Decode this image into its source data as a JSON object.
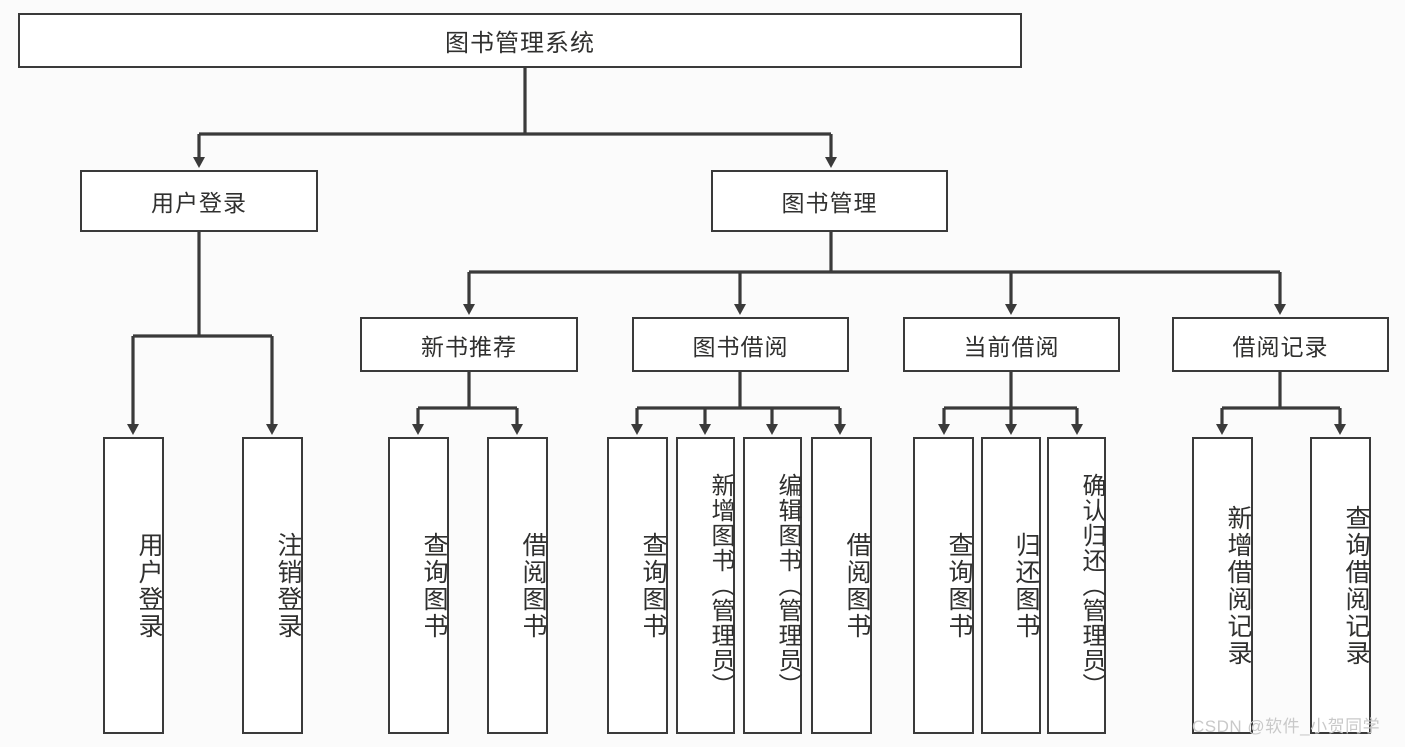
{
  "diagram": {
    "type": "tree-hierarchy",
    "title": "图书管理系统",
    "root": {
      "label": "图书管理系统"
    },
    "level2": [
      {
        "label": "用户登录"
      },
      {
        "label": "图书管理"
      }
    ],
    "level3": [
      {
        "label": "新书推荐"
      },
      {
        "label": "图书借阅"
      },
      {
        "label": "当前借阅"
      },
      {
        "label": "借阅记录"
      }
    ],
    "leaves": {
      "user_login": [
        {
          "label": "用户登录"
        },
        {
          "label": "注销登录"
        }
      ],
      "new_book_recommend": [
        {
          "label": "查询图书"
        },
        {
          "label": "借阅图书"
        }
      ],
      "book_borrow": [
        {
          "label": "查询图书"
        },
        {
          "label": "新增图书（管理员）"
        },
        {
          "label": "编辑图书（管理员）"
        },
        {
          "label": "借阅图书"
        }
      ],
      "current_borrow": [
        {
          "label": "查询图书"
        },
        {
          "label": "归还图书"
        },
        {
          "label": "确认归还（管理员）"
        }
      ],
      "borrow_record": [
        {
          "label": "新增借阅记录"
        },
        {
          "label": "查询借阅记录"
        }
      ]
    }
  },
  "watermark": {
    "text": "CSDN @软件_小贺同学"
  },
  "colors": {
    "background": "#fbfbfb",
    "box_fill": "#ffffff",
    "line": "#3a3a3a",
    "text": "#30302f",
    "watermark": "#c9c9c9"
  }
}
